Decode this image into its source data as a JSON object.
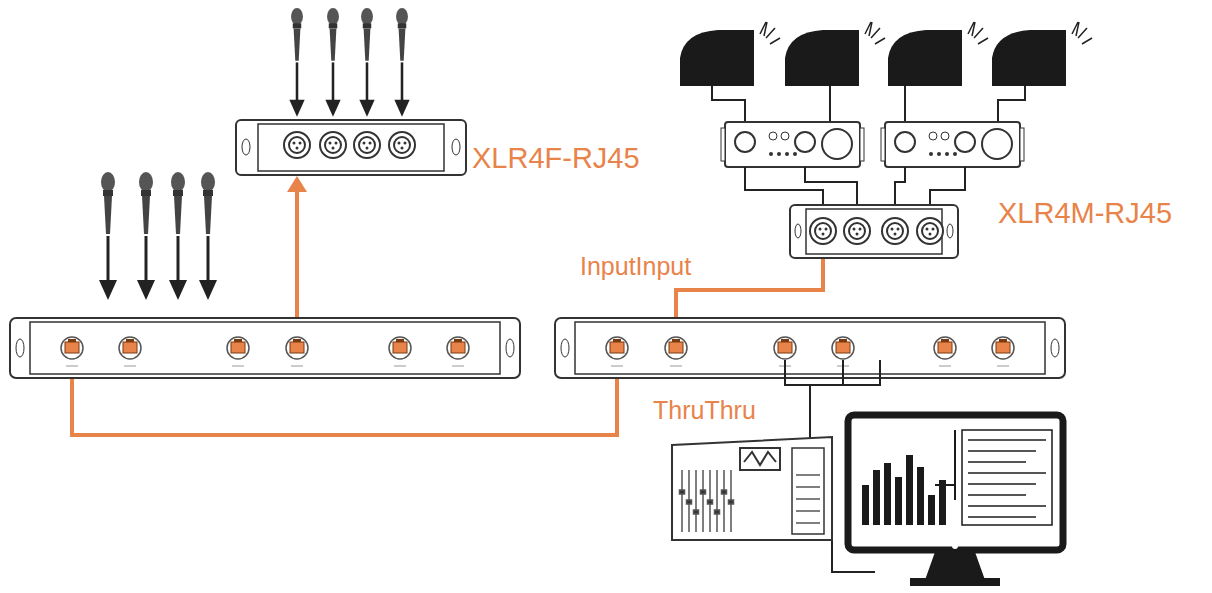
{
  "diagram": {
    "nodes": [
      {
        "text": [
          "XLR4F-RJ45"
        ]
      },
      {
        "text": [
          "XLR4M-RJ45"
        ]
      }
    ],
    "labels": [
      "InputInput",
      "ThruThru"
    ]
  }
}
